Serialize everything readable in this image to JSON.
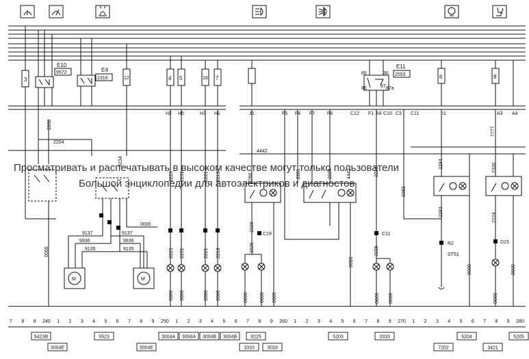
{
  "watermark": {
    "line1": "Просматривать и распечатывать в высоком качестве могут только пользователи",
    "line2": "Большой энциклопедии для автоэлектриков и диагностов"
  },
  "components": {
    "e10": "E10",
    "e10_code": "9572",
    "e4": "E4",
    "e4_code": "2316",
    "e11": "E11",
    "e11_code": "2553"
  },
  "fuses": [
    {
      "label": "3"
    },
    {
      "label": "4"
    },
    {
      "label": "5"
    },
    {
      "label": "12"
    },
    {
      "label": "16"
    },
    {
      "label": "7"
    },
    {
      "label": "6"
    },
    {
      "label": "8"
    }
  ],
  "relay_pins": [
    "85",
    "30",
    "86",
    "87",
    "87a"
  ],
  "connector_labels": [
    {
      "label": "H2"
    },
    {
      "label": "H5"
    },
    {
      "label": "H3"
    },
    {
      "label": "H1"
    },
    {
      "label": "J5"
    },
    {
      "label": "F5"
    },
    {
      "label": "F4"
    },
    {
      "label": "F7"
    },
    {
      "label": "F6"
    },
    {
      "label": "C12"
    },
    {
      "label": "F1"
    },
    {
      "label": "A9"
    },
    {
      "label": "C10"
    },
    {
      "label": "C3"
    },
    {
      "label": "C11"
    },
    {
      "label": "I1"
    },
    {
      "label": "A3"
    },
    {
      "label": "A4"
    }
  ],
  "wire_labels": [
    {
      "label": "2200"
    },
    {
      "label": "2204"
    },
    {
      "label": "4442"
    },
    {
      "label": "4442"
    },
    {
      "label": "9234"
    },
    {
      "label": "0000"
    },
    {
      "label": "9137"
    },
    {
      "label": "9137"
    },
    {
      "label": "9936"
    },
    {
      "label": "9936"
    },
    {
      "label": "9135"
    },
    {
      "label": "9135"
    },
    {
      "label": "2223"
    },
    {
      "label": "2231"
    },
    {
      "label": "2221"
    },
    {
      "label": "2219"
    },
    {
      "label": "2229"
    },
    {
      "label": "2229"
    },
    {
      "label": "2280"
    },
    {
      "label": "2281"
    },
    {
      "label": "2228"
    },
    {
      "label": "2228"
    },
    {
      "label": "2283"
    },
    {
      "label": "2283"
    },
    {
      "label": "7777"
    },
    {
      "label": "2284"
    },
    {
      "label": "2224"
    },
    {
      "label": "2330"
    },
    {
      "label": "2226"
    },
    {
      "label": "0000"
    }
  ],
  "ground_labels": [
    "0000",
    "0000",
    "0000",
    "0000",
    "0000",
    "0000",
    "0000",
    "0000",
    "0000",
    "0000",
    "0000",
    "0000",
    "0000",
    "0000",
    "0000",
    "0000",
    "0000",
    "0000"
  ],
  "ground_markers": [
    {
      "label": "C19"
    },
    {
      "label": "C11"
    },
    {
      "label": "R2"
    },
    {
      "label": "ST51"
    },
    {
      "label": "D15"
    }
  ],
  "bottom_numbers": [
    "7",
    "8",
    "9",
    "240",
    "1",
    "2",
    "3",
    "4",
    "5",
    "6",
    "7",
    "8",
    "9",
    "250",
    "1",
    "2",
    "3",
    "4",
    "5",
    "6",
    "7",
    "8",
    "9",
    "260",
    "1",
    "2",
    "3",
    "4",
    "5",
    "6",
    "7",
    "8",
    "9",
    "270",
    "1",
    "2",
    "3",
    "4",
    "5",
    "6",
    "7",
    "8",
    "9",
    "280"
  ],
  "ref_codes": [
    {
      "label": "5423B"
    },
    {
      "label": "3004E"
    },
    {
      "label": "5523"
    },
    {
      "label": "3004E"
    },
    {
      "label": "3004A"
    },
    {
      "label": "3004A"
    },
    {
      "label": "3004B"
    },
    {
      "label": "3004B"
    },
    {
      "label": "9225"
    },
    {
      "label": "3333"
    },
    {
      "label": "3033"
    },
    {
      "label": "5203"
    },
    {
      "label": "3333"
    },
    {
      "label": "7202"
    },
    {
      "label": "5204"
    },
    {
      "label": "3421"
    },
    {
      "label": "5205"
    }
  ],
  "icons": [
    "wiper-icon",
    "rear-wiper-icon",
    "washer-icon",
    "headlight-icon",
    "fog-light-icon",
    "warning-lamp-icon",
    "seat-heater-icon"
  ]
}
